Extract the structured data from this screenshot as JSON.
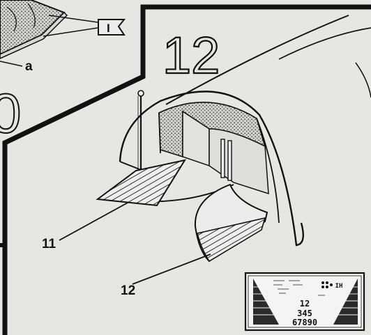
{
  "step_number": "12",
  "partial_step_number": "0",
  "part_labels": {
    "a": "a",
    "part_11": "11",
    "part_12": "12"
  },
  "flag_symbol": "I",
  "decal": {
    "line1": "12",
    "line2": "345",
    "line3": "67890",
    "mark": "IH"
  }
}
